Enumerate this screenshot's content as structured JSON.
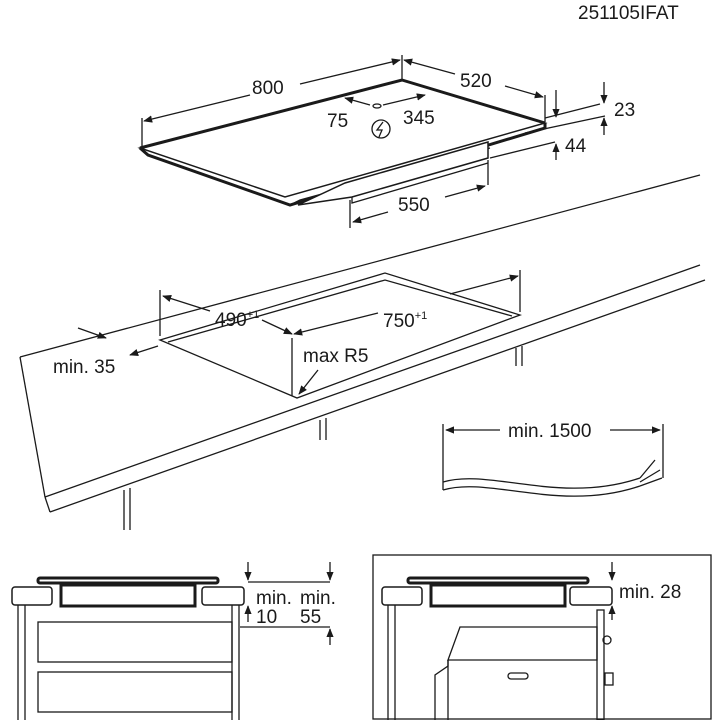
{
  "doc_code": "251105IFAT",
  "hob": {
    "width": "800",
    "depth": "520",
    "conn_left": "75",
    "conn_right": "345",
    "thickness_front": "23",
    "height_total": "44",
    "box_width": "550",
    "power_icon": "lightning-bolt-icon"
  },
  "cutout": {
    "depth": "490",
    "depth_tol": "+1",
    "width": "750",
    "width_tol": "+1",
    "radius": "max R5",
    "edge_min": "min. 35"
  },
  "cable": {
    "length": "min. 1500"
  },
  "drawer_view": {
    "gap_min": "min.",
    "gap_value": "10",
    "clear_min": "min.",
    "clear_value": "55"
  },
  "oven_view": {
    "gap": "min. 28"
  }
}
